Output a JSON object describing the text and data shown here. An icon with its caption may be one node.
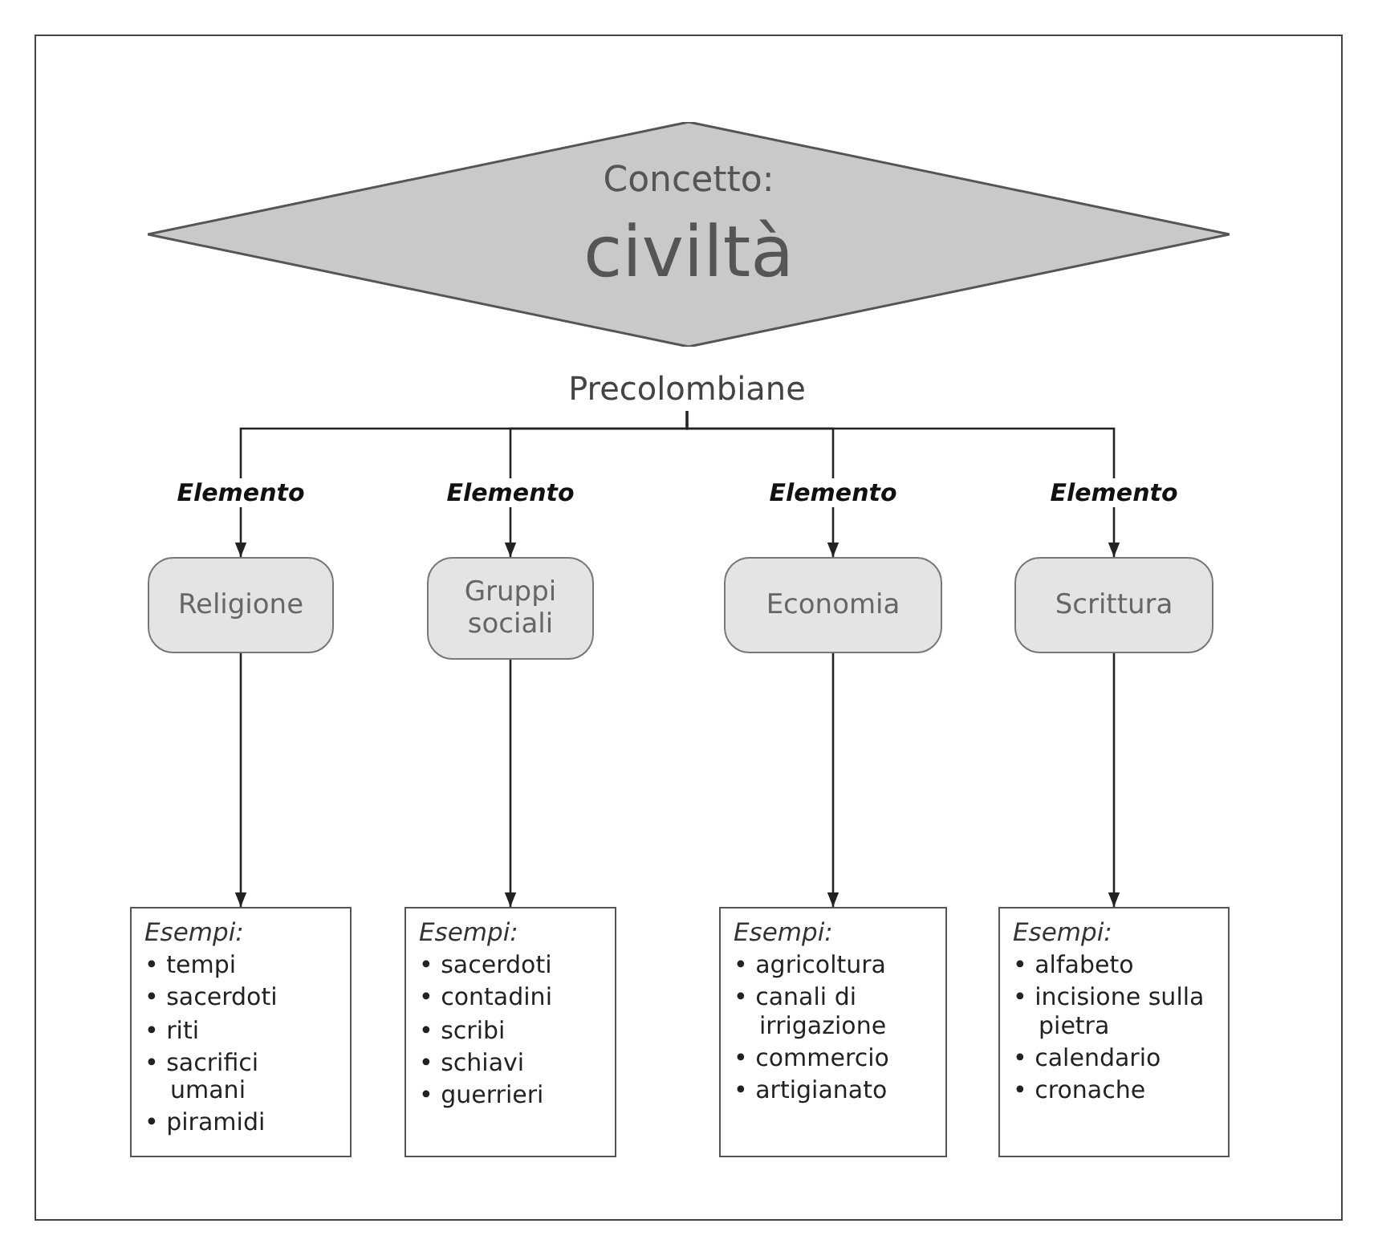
{
  "diagram": {
    "nodes": [
      {
        "text": [
          "Concetto:",
          "civiltà"
        ]
      },
      {
        "text": [
          "Precolombiane"
        ]
      },
      {
        "text": [
          "Religione"
        ]
      },
      {
        "text": [
          "Gruppi sociali"
        ]
      },
      {
        "text": [
          "Economia"
        ]
      },
      {
        "text": [
          "Scrittura"
        ]
      },
      {
        "text": [
          "Esempi:",
          "• tempi",
          "• sacerdoti",
          "• riti",
          "• sacrifici umani",
          "• piramidi"
        ]
      },
      {
        "text": [
          "Esempi:",
          "• sacerdoti",
          "• contadini",
          "• scribi",
          "• schiavi",
          "• guerrieri"
        ]
      },
      {
        "text": [
          "Esempi:",
          "• agricoltura",
          "• canali di irrigazione",
          "• commercio",
          "• artigianato"
        ]
      },
      {
        "text": [
          "Esempi:",
          "• alfabeto",
          "• incisione sulla pietra",
          "• calendario",
          "• cronache"
        ]
      }
    ],
    "edges": [
      {
        "from": 1,
        "to": 2,
        "arrow": "to",
        "label": "Elemento"
      },
      {
        "from": 1,
        "to": 3,
        "arrow": "to",
        "label": "Elemento"
      },
      {
        "from": 1,
        "to": 4,
        "arrow": "to",
        "label": "Elemento"
      },
      {
        "from": 1,
        "to": 5,
        "arrow": "to",
        "label": "Elemento"
      },
      {
        "from": 2,
        "to": 6,
        "arrow": "to"
      },
      {
        "from": 3,
        "to": 7,
        "arrow": "to"
      },
      {
        "from": 4,
        "to": 8,
        "arrow": "to"
      },
      {
        "from": 5,
        "to": 9,
        "arrow": "to"
      }
    ]
  }
}
